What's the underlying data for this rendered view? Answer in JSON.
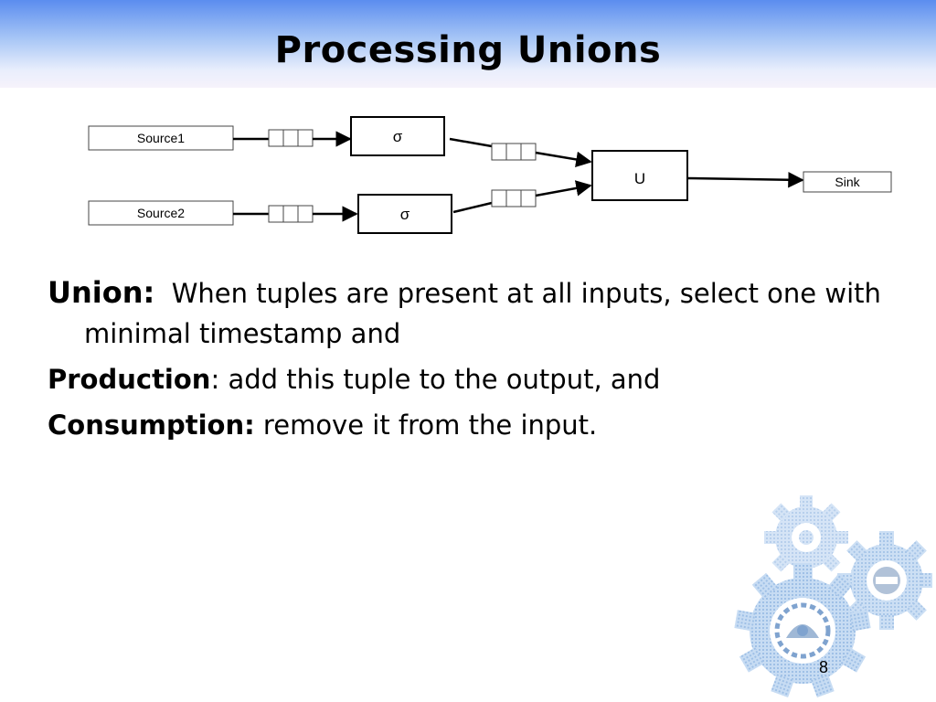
{
  "slide": {
    "title": "Processing Unions",
    "page_number": "8"
  },
  "diagram": {
    "source1": "Source1",
    "source2": "Source2",
    "select_top": "σ",
    "select_bottom": "σ",
    "union": "U",
    "sink": "Sink"
  },
  "body": {
    "union_term": "Union:",
    "union_text": "When tuples are present at all inputs, select one with minimal timestamp and",
    "production_term": "Production",
    "production_text": ": add this tuple to the output, and",
    "consumption_term": "Consumption:",
    "consumption_text": " remove it from the input."
  },
  "colors": {
    "title_band_top": "#5b8def",
    "title_band_bottom": "#f6f2fb",
    "gear_fill": "#a9c8ea"
  }
}
